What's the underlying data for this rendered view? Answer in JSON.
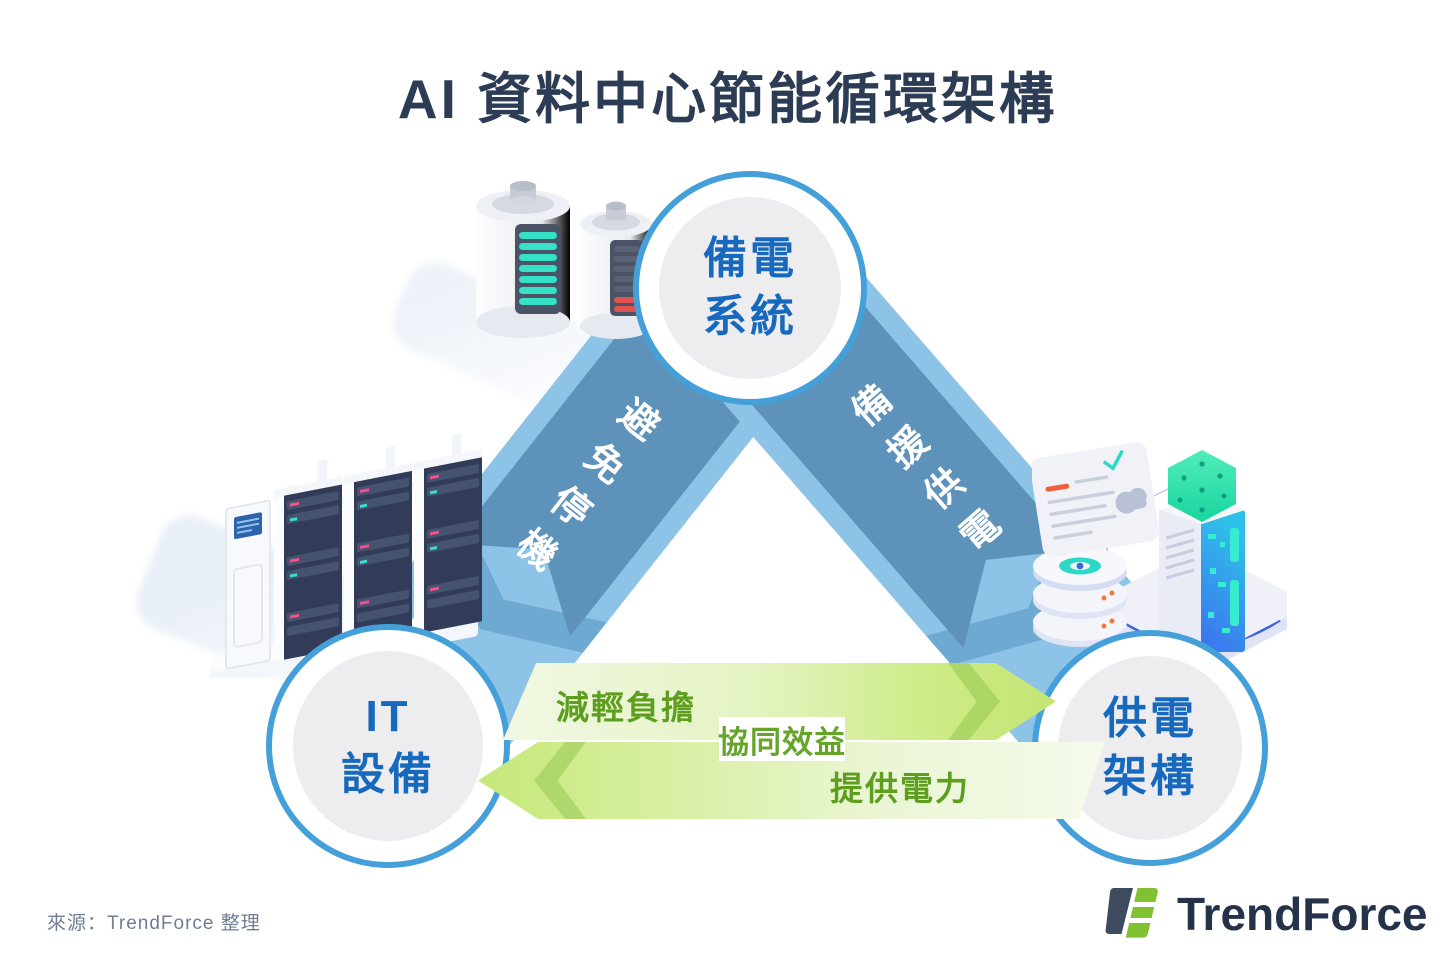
{
  "title": "AI 資料中心節能循環架構",
  "nodes": {
    "backup": {
      "line1": "備電",
      "line2": "系統"
    },
    "it": {
      "line1": "IT",
      "line2": "設備"
    },
    "power": {
      "line1": "供電",
      "line2": "架構"
    }
  },
  "edges": {
    "backup_to_it": "避免停機",
    "backup_to_power": "備援供電",
    "it_to_power": "減輕負擔",
    "power_to_it": "提供電力",
    "synergy": "協同效益"
  },
  "footer": {
    "source": "來源：TrendForce 整理",
    "brand": "TrendForce"
  },
  "icons": {
    "batteries": "battery-icon",
    "racks": "server-rack-icon",
    "supply": "power-infrastructure-icon",
    "logo": "trendforce-logo-icon"
  },
  "colors": {
    "title_text": "#2d3c55",
    "node_border": "#45a0da",
    "node_fill": "#ededef",
    "node_text": "#1769be",
    "band_dark": "#5d92ba",
    "band_light": "#8cc3e6",
    "green_arrow": "#c3e574",
    "green_text": "#5d9e1e",
    "synergy_text": "#67a42a",
    "source_text": "#6e7e95",
    "logo_navy": "#24324a",
    "logo_green": "#80c232"
  }
}
